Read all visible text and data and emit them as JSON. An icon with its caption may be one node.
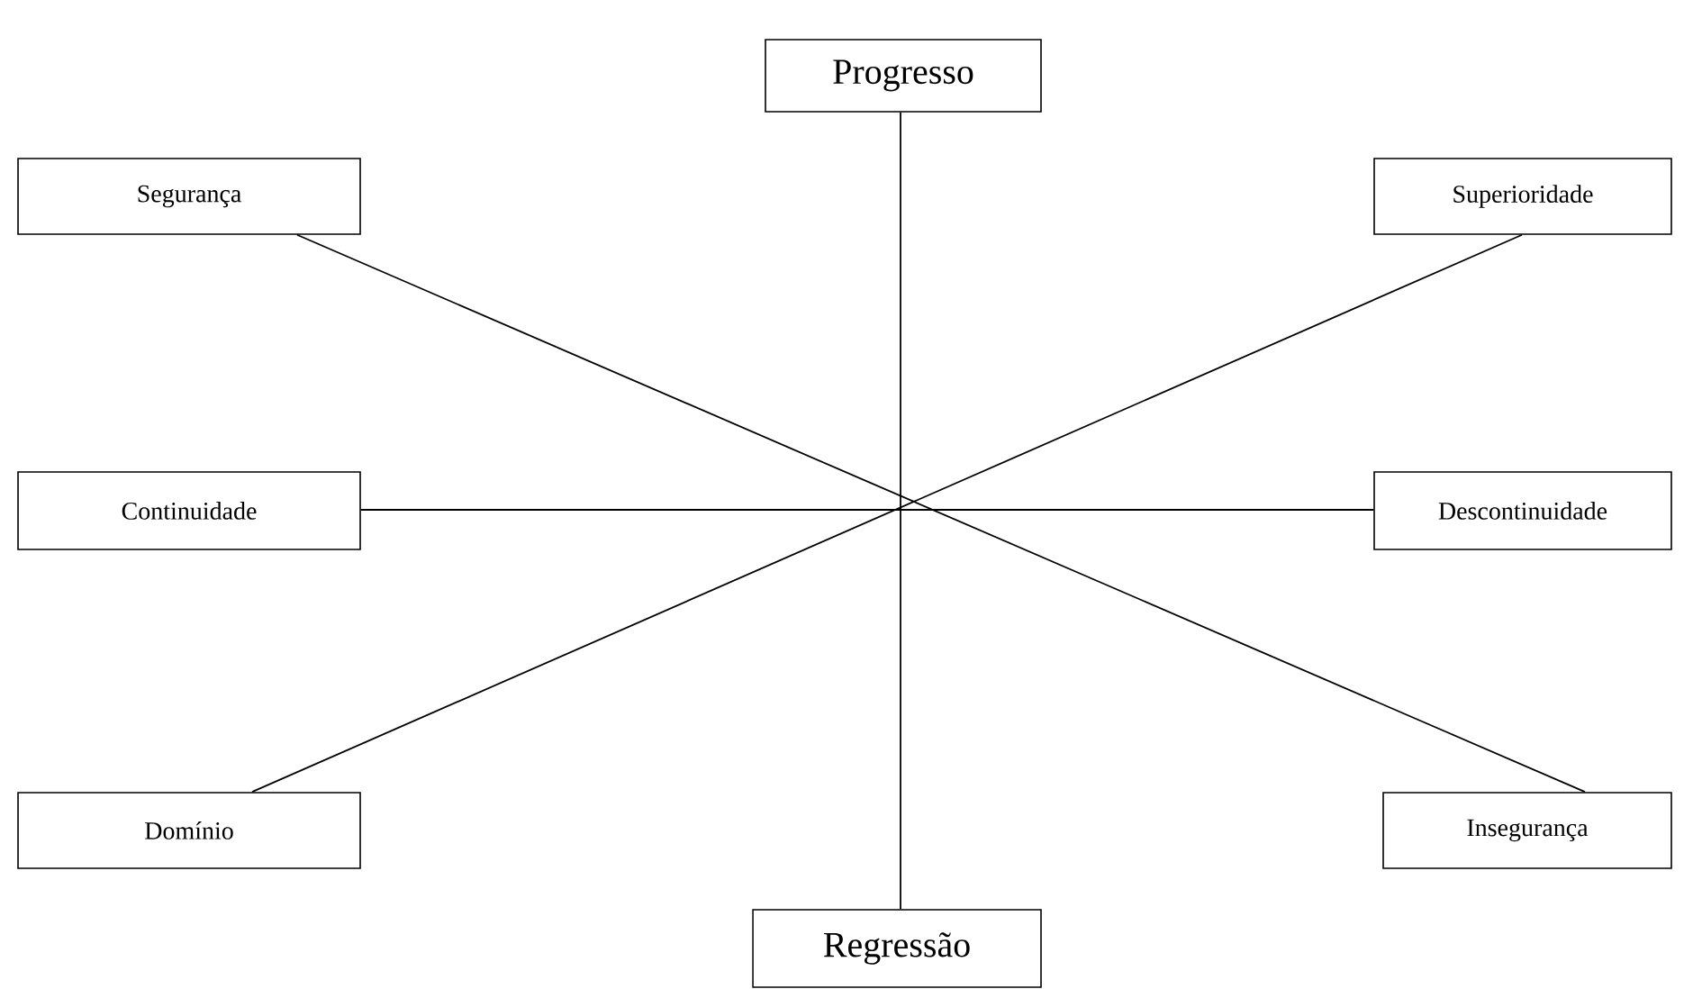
{
  "diagram": {
    "nodes": [
      {
        "text": [
          "Progresso"
        ]
      },
      {
        "text": [
          "Segurança"
        ]
      },
      {
        "text": [
          "Superioridade"
        ]
      },
      {
        "text": [
          "Continuidade"
        ]
      },
      {
        "text": [
          "Descontinuidade"
        ]
      },
      {
        "text": [
          "Domínio"
        ]
      },
      {
        "text": [
          "Insegurança"
        ]
      },
      {
        "text": [
          "Regressão"
        ]
      }
    ],
    "edges": [
      {
        "from": 0,
        "to": 7,
        "arrow": "none"
      },
      {
        "from": 1,
        "to": 6,
        "arrow": "none"
      },
      {
        "from": 2,
        "to": 5,
        "arrow": "none"
      },
      {
        "from": 3,
        "to": 4,
        "arrow": "none"
      }
    ]
  }
}
